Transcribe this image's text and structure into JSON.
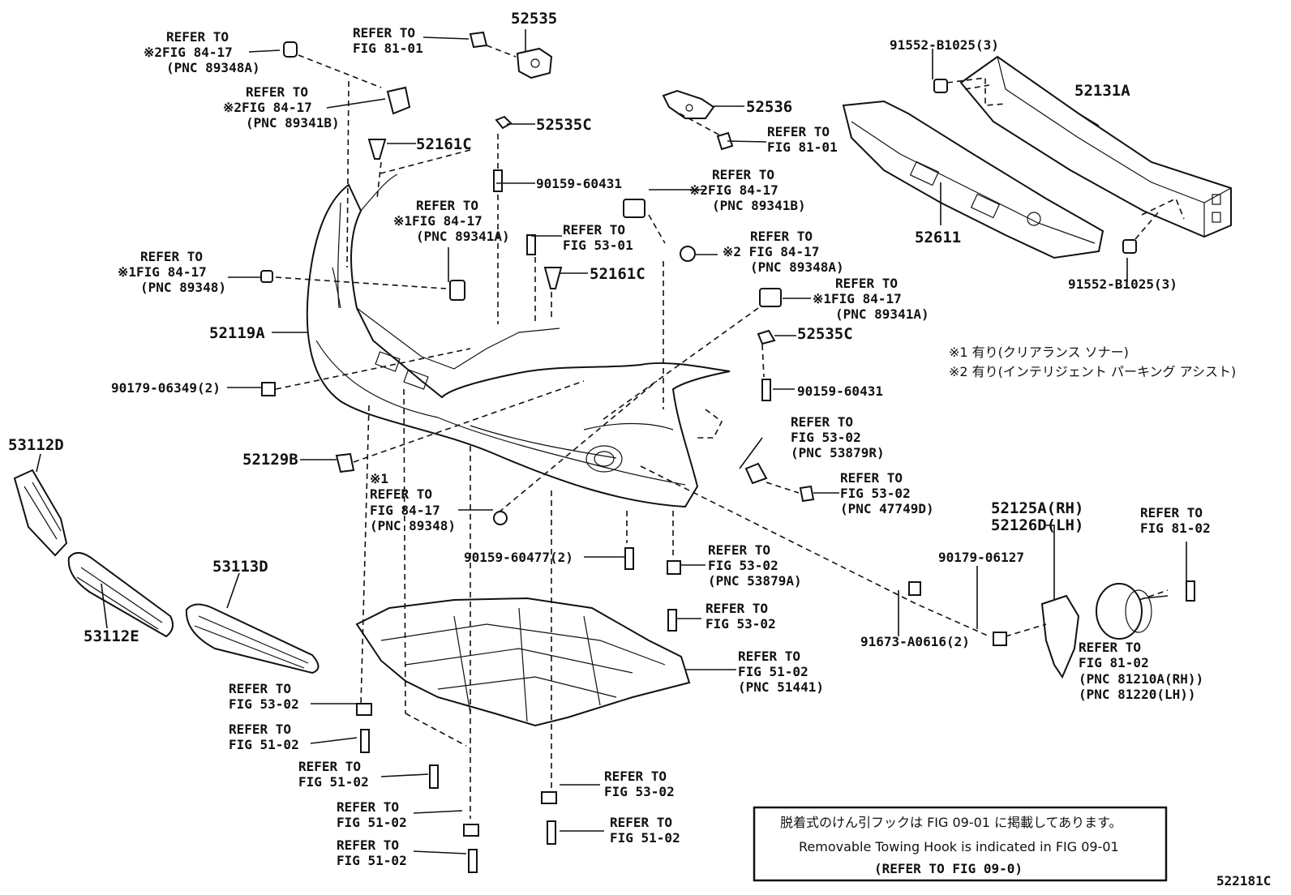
{
  "callouts": [
    {
      "id": "c1",
      "lines": [
        "REFER TO",
        "※2FIG 84-17",
        "(PNC 89348A)"
      ]
    },
    {
      "id": "c2",
      "lines": [
        "REFER TO",
        "FIG 81-01"
      ]
    },
    {
      "id": "c3",
      "lines": [
        "REFER TO",
        "※2FIG 84-17",
        "(PNC 89341B)"
      ]
    },
    {
      "id": "c4",
      "lines": [
        "REFER TO",
        "FIG 81-01"
      ]
    },
    {
      "id": "c5",
      "lines": [
        "REFER TO",
        "※2FIG 84-17",
        "(PNC 89341B)"
      ]
    },
    {
      "id": "c6",
      "lines": [
        "REFER TO",
        "※1FIG 84-17",
        "(PNC 89341A)"
      ]
    },
    {
      "id": "c7",
      "lines": [
        "REFER TO",
        "FIG 53-01"
      ]
    },
    {
      "id": "c8",
      "lines": [
        "REFER TO",
        "※2 FIG 84-17",
        "(PNC 89348A)"
      ]
    },
    {
      "id": "c9",
      "lines": [
        "REFER TO",
        "※1FIG 84-17",
        "(PNC 89348)"
      ]
    },
    {
      "id": "c10",
      "lines": [
        "REFER TO",
        "※1FIG 84-17",
        "(PNC 89341A)"
      ]
    },
    {
      "id": "c11",
      "lines": [
        "REFER TO",
        "FIG 53-02",
        "(PNC 53879R)"
      ]
    },
    {
      "id": "c12",
      "lines": [
        "REFER TO",
        "FIG 53-02",
        "(PNC 47749D)"
      ]
    },
    {
      "id": "c13",
      "lines": [
        "※1",
        "REFER TO",
        "FIG 84-17",
        "(PNC 89348)"
      ]
    },
    {
      "id": "c14",
      "lines": [
        "REFER TO",
        "FIG 53-02",
        "(PNC 53879A)"
      ]
    },
    {
      "id": "c15",
      "lines": [
        "REFER TO",
        "FIG 53-02"
      ]
    },
    {
      "id": "c16",
      "lines": [
        "REFER TO",
        "FIG 81-02"
      ]
    },
    {
      "id": "c17",
      "lines": [
        "REFER TO",
        "FIG 81-02",
        "(PNC 81210A(RH))",
        "(PNC 81220(LH))"
      ]
    },
    {
      "id": "c18",
      "lines": [
        "REFER TO",
        "FIG 51-02",
        "(PNC 51441)"
      ]
    },
    {
      "id": "c19",
      "lines": [
        "REFER TO",
        "FIG 53-02"
      ]
    },
    {
      "id": "c20",
      "lines": [
        "REFER TO",
        "FIG 51-02"
      ]
    },
    {
      "id": "c21",
      "lines": [
        "REFER TO",
        "FIG 51-02"
      ]
    },
    {
      "id": "c22",
      "lines": [
        "REFER TO",
        "FIG 53-02"
      ]
    },
    {
      "id": "c23",
      "lines": [
        "REFER TO",
        "FIG 51-02"
      ]
    },
    {
      "id": "c24",
      "lines": [
        "REFER TO",
        "FIG 51-02"
      ]
    },
    {
      "id": "c25",
      "lines": [
        "REFER TO",
        "FIG 51-02"
      ]
    }
  ],
  "part_numbers": [
    {
      "id": "p52535",
      "text": "52535"
    },
    {
      "id": "p52536",
      "text": "52536"
    },
    {
      "id": "p52535C_a",
      "text": "52535C"
    },
    {
      "id": "p52535C_b",
      "text": "52535C"
    },
    {
      "id": "p52161C_a",
      "text": "52161C"
    },
    {
      "id": "p52161C_b",
      "text": "52161C"
    },
    {
      "id": "p90159_60431_a",
      "text": "90159-60431"
    },
    {
      "id": "p90159_60431_b",
      "text": "90159-60431"
    },
    {
      "id": "p91552_a",
      "text": "91552-B1025(3)"
    },
    {
      "id": "p91552_b",
      "text": "91552-B1025(3)"
    },
    {
      "id": "p52131A",
      "text": "52131A"
    },
    {
      "id": "p52611",
      "text": "52611"
    },
    {
      "id": "p52119A",
      "text": "52119A"
    },
    {
      "id": "p90179_06349",
      "text": "90179-06349(2)"
    },
    {
      "id": "p52129B",
      "text": "52129B"
    },
    {
      "id": "p53112D",
      "text": "53112D"
    },
    {
      "id": "p53112E",
      "text": "53112E"
    },
    {
      "id": "p53113D",
      "text": "53113D"
    },
    {
      "id": "p90159_60477",
      "text": "90159-60477(2)"
    },
    {
      "id": "p52125A",
      "text": "52125A(RH)"
    },
    {
      "id": "p52126D",
      "text": "52126D(LH)"
    },
    {
      "id": "p90179_06127",
      "text": "90179-06127"
    },
    {
      "id": "p91673",
      "text": "91673-A0616(2)"
    }
  ],
  "legend": {
    "note1": "※1 有り(クリアランス ソナー)",
    "note2": "※2 有り(インテリジェント パーキング アシスト)"
  },
  "box": {
    "jp": "脱着式のけん引フックは FIG 09-01 に掲載してあります。",
    "en": "Removable Towing Hook is indicated in FIG 09-01",
    "ref": "(REFER TO FIG 09-0)"
  },
  "figure_code": "522181C"
}
